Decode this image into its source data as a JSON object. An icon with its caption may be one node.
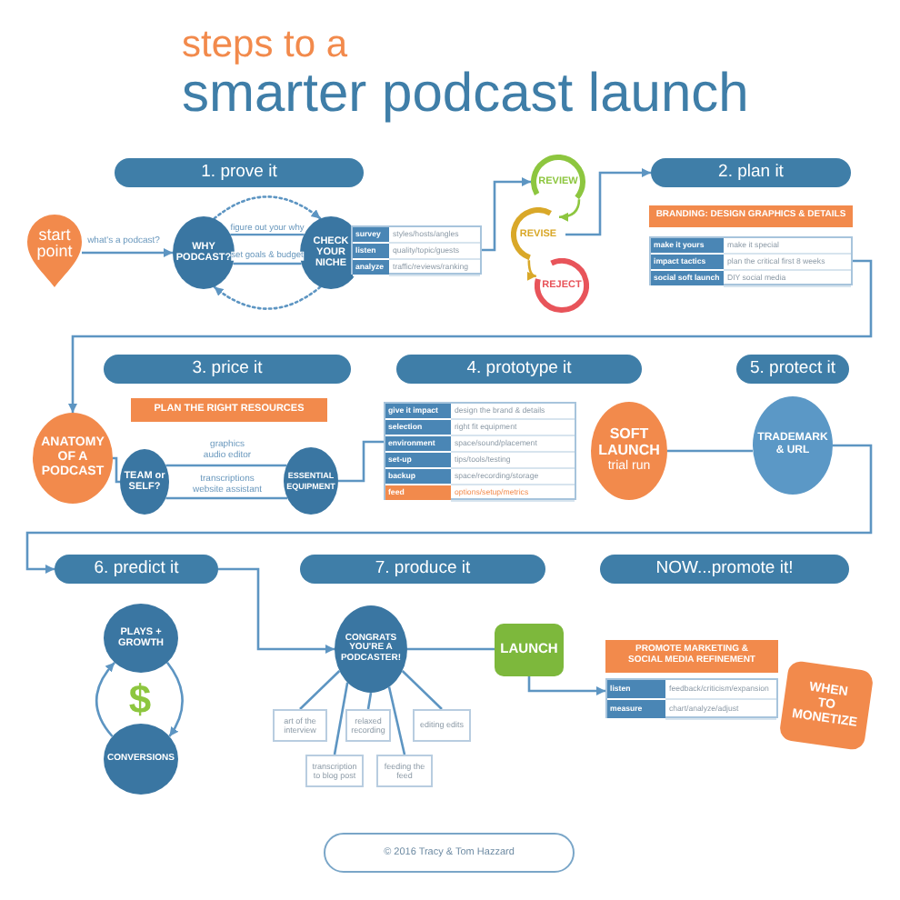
{
  "diagram": {
    "title": "steps to a smarter podcast launch",
    "nodes": [
      {
        "text": [
          "1. prove it"
        ]
      },
      {
        "text": [
          "start point"
        ]
      },
      {
        "text": [
          "WHY PODCAST?"
        ]
      },
      {
        "text": [
          "CHECK YOUR NICHE"
        ]
      },
      {
        "text": [
          "survey",
          "styles/hosts/angles",
          "listen",
          "quality/topic/guests",
          "analyze",
          "traffic/reviews/ranking"
        ]
      },
      {
        "text": [
          "REVIEW"
        ]
      },
      {
        "text": [
          "REVISE"
        ]
      },
      {
        "text": [
          "REJECT"
        ]
      },
      {
        "text": [
          "2. plan it"
        ]
      },
      {
        "text": [
          "BRANDING: DESIGN GRAPHICS & DETAILS"
        ]
      },
      {
        "text": [
          "make it yours",
          "make it special",
          "impact tactics",
          "plan the critical first 8 weeks",
          "social soft launch",
          "DIY social media"
        ]
      },
      {
        "text": [
          "3. price it"
        ]
      },
      {
        "text": [
          "4. prototype it"
        ]
      },
      {
        "text": [
          "5. protect it"
        ]
      },
      {
        "text": [
          "PLAN THE RIGHT RESOURCES"
        ]
      },
      {
        "text": [
          "ANATOMY OF A PODCAST"
        ]
      },
      {
        "text": [
          "TEAM or SELF?"
        ]
      },
      {
        "text": [
          "ESSENTIAL EQUIPMENT"
        ]
      },
      {
        "text": [
          "give it impact",
          "design the brand & details",
          "selection",
          "right fit equipment",
          "environment",
          "space/sound/placement",
          "set-up",
          "tips/tools/testing",
          "backup",
          "space/recording/storage",
          "feed",
          "options/setup/metrics"
        ]
      },
      {
        "text": [
          "SOFT LAUNCH",
          "trial run"
        ]
      },
      {
        "text": [
          "TRADEMARK & URL"
        ]
      },
      {
        "text": [
          "6. predict it"
        ]
      },
      {
        "text": [
          "7. produce it"
        ]
      },
      {
        "text": [
          "NOW...promote it!"
        ]
      },
      {
        "text": [
          "PLAYS + GROWTH"
        ]
      },
      {
        "text": [
          "CONVERSIONS"
        ]
      },
      {
        "text": [
          "CONGRATS YOU'RE A PODCASTER!"
        ]
      },
      {
        "text": [
          "art of the interview"
        ]
      },
      {
        "text": [
          "relaxed recording"
        ]
      },
      {
        "text": [
          "editing edits"
        ]
      },
      {
        "text": [
          "transcription to blog post"
        ]
      },
      {
        "text": [
          "feeding the feed"
        ]
      },
      {
        "text": [
          "LAUNCH"
        ]
      },
      {
        "text": [
          "PROMOTE MARKETING & SOCIAL MEDIA REFINEMENT"
        ]
      },
      {
        "text": [
          "listen",
          "feedback/criticism/expansion",
          "measure",
          "chart/analyze/adjust"
        ]
      },
      {
        "text": [
          "WHEN TO MONETIZE"
        ]
      },
      {
        "text": [
          "© 2016 Tracy & Tom Hazzard"
        ]
      }
    ],
    "edges": [
      {
        "from": 1,
        "to": 2,
        "arrow": "to",
        "label": "what's a podcast?"
      },
      {
        "from": 2,
        "to": 3,
        "arrow": "none",
        "label": "figure out your why"
      },
      {
        "from": 2,
        "to": 3,
        "arrow": "none",
        "label": "set goals & budget"
      },
      {
        "from": 2,
        "to": 3,
        "arrow": "to",
        "style": "dashed"
      },
      {
        "from": 3,
        "to": 2,
        "arrow": "to",
        "style": "dashed"
      },
      {
        "from": 4,
        "to": 5,
        "arrow": "to"
      },
      {
        "from": 5,
        "to": 6,
        "arrow": "to",
        "color": "#8dc63f"
      },
      {
        "from": 6,
        "to": 7,
        "arrow": "to",
        "color": "#d9a829"
      },
      {
        "from": 6,
        "to": 8,
        "arrow": "to"
      },
      {
        "from": 10,
        "to": 15,
        "arrow": "to"
      },
      {
        "from": 15,
        "to": 16,
        "arrow": "none"
      },
      {
        "from": 16,
        "to": 17,
        "arrow": "none",
        "label": "graphics audio editor"
      },
      {
        "from": 16,
        "to": 17,
        "arrow": "none",
        "label": "transcriptions website assistant"
      },
      {
        "from": 17,
        "to": 18,
        "arrow": "none"
      },
      {
        "from": 19,
        "to": 20,
        "arrow": "none"
      },
      {
        "from": 20,
        "to": 21,
        "arrow": "to"
      },
      {
        "from": 24,
        "to": 25,
        "arrow": "to"
      },
      {
        "from": 25,
        "to": 24,
        "arrow": "to"
      },
      {
        "from": 21,
        "to": 26,
        "arrow": "to"
      },
      {
        "from": 26,
        "to": 27,
        "arrow": "none"
      },
      {
        "from": 26,
        "to": 28,
        "arrow": "none"
      },
      {
        "from": 26,
        "to": 29,
        "arrow": "none"
      },
      {
        "from": 26,
        "to": 30,
        "arrow": "none"
      },
      {
        "from": 26,
        "to": 31,
        "arrow": "none"
      },
      {
        "from": 26,
        "to": 32,
        "arrow": "none"
      },
      {
        "from": 32,
        "to": 34,
        "arrow": "to"
      }
    ],
    "labels": [
      "$"
    ]
  }
}
